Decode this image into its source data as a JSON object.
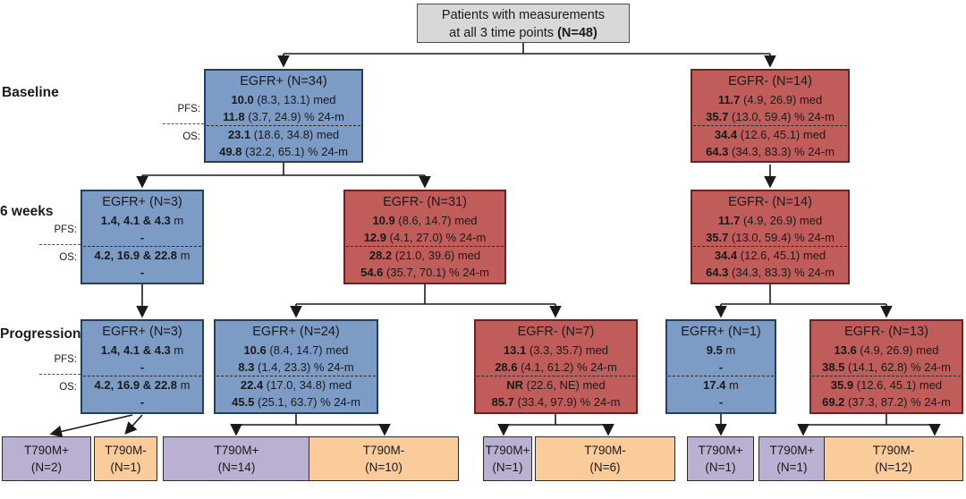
{
  "palette": {
    "blue_fill": "#7D9CC5",
    "blue_border": "#24405E",
    "red_fill": "#C05D5B",
    "red_border": "#6B2220",
    "purple_fill": "#BAB0D1",
    "purple_border": "#2B2B2B",
    "orange_fill": "#FACB9B",
    "orange_border": "#2B2B2B",
    "grey_fill": "#D8D8D8",
    "grey_border": "#4D4D4D",
    "line": "#1A1A1A",
    "text": "#1A1A1A"
  },
  "root": {
    "line1": "Patients with measurements",
    "line2_regular": "at all 3 time points ",
    "line2_bold": "(N=48)"
  },
  "rows": [
    {
      "title": "Baseline",
      "pfs": "PFS:",
      "os": "OS:"
    },
    {
      "title": "6 weeks",
      "pfs": "PFS:",
      "os": "OS:"
    },
    {
      "title": "Progression",
      "pfs": "PFS:",
      "os": "OS:"
    }
  ],
  "nodes": {
    "b1": {
      "title": "EGFR+ (N=34)",
      "l1": {
        "b": "10.0",
        "r": " (8.3, 13.1) med"
      },
      "l2": {
        "b": "11.8",
        "r": " (3.7, 24.9) % 24-m"
      },
      "l3": {
        "b": "23.1",
        "r": " (18.6, 34.8) med"
      },
      "l4": {
        "b": "49.8",
        "r": " (32.2, 65.1) % 24-m"
      }
    },
    "b2": {
      "title": "EGFR- (N=14)",
      "l1": {
        "b": "11.7",
        "r": " (4.9, 26.9) med"
      },
      "l2": {
        "b": "35.7",
        "r": " (13.0, 59.4) % 24-m"
      },
      "l3": {
        "b": "34.4",
        "r": " (12.6, 45.1) med"
      },
      "l4": {
        "b": "64.3",
        "r": " (34.3, 83.3) % 24-m"
      }
    },
    "w1": {
      "title": "EGFR+ (N=3)",
      "l1": {
        "b": "1.4, 4.1 & 4.3",
        "r": " m"
      },
      "l2": {
        "b": "-",
        "r": ""
      },
      "l3": {
        "b": "4.2, 16.9 & 22.8",
        "r": " m"
      },
      "l4": {
        "b": "-",
        "r": ""
      }
    },
    "w2": {
      "title": "EGFR- (N=31)",
      "l1": {
        "b": "10.9",
        "r": " (8.6, 14.7) med"
      },
      "l2": {
        "b": "12.9",
        "r": " (4.1, 27.0) % 24-m"
      },
      "l3": {
        "b": "28.2",
        "r": " (21.0, 39.6) med"
      },
      "l4": {
        "b": "54.6",
        "r": " (35.7, 70.1) % 24-m"
      }
    },
    "w3": {
      "title": "EGFR- (N=14)",
      "l1": {
        "b": "11.7",
        "r": " (4.9, 26.9) med"
      },
      "l2": {
        "b": "35.7",
        "r": " (13.0, 59.4) % 24-m"
      },
      "l3": {
        "b": "34.4",
        "r": " (12.6, 45.1) med"
      },
      "l4": {
        "b": "64.3",
        "r": " (34.3, 83.3) % 24-m"
      }
    },
    "p1": {
      "title": "EGFR+ (N=3)",
      "l1": {
        "b": "1.4, 4.1 & 4.3",
        "r": " m"
      },
      "l2": {
        "b": "-",
        "r": ""
      },
      "l3": {
        "b": "4.2, 16.9 & 22.8",
        "r": " m"
      },
      "l4": {
        "b": "-",
        "r": ""
      }
    },
    "p2": {
      "title": "EGFR+ (N=24)",
      "l1": {
        "b": "10.6",
        "r": " (8.4, 14.7) med"
      },
      "l2": {
        "b": "8.3",
        "r": " (1.4, 23.3) % 24-m"
      },
      "l3": {
        "b": "22.4",
        "r": " (17.0, 34.8) med"
      },
      "l4": {
        "b": "45.5",
        "r": " (25.1, 63.7) % 24-m"
      }
    },
    "p3": {
      "title": "EGFR- (N=7)",
      "l1": {
        "b": "13.1",
        "r": " (3.3, 35.7) med"
      },
      "l2": {
        "b": "28.6",
        "r": " (4.1, 61.2) % 24-m"
      },
      "l3": {
        "b": "NR",
        "r": " (22.6, NE) med"
      },
      "l4": {
        "b": "85.7",
        "r": " (33.4, 97.9) % 24-m"
      }
    },
    "p4": {
      "title": "EGFR+ (N=1)",
      "l1": {
        "b": "9.5",
        "r": " m"
      },
      "l2": {
        "b": "-",
        "r": ""
      },
      "l3": {
        "b": "17.4",
        "r": " m"
      },
      "l4": {
        "b": "-",
        "r": ""
      }
    },
    "p5": {
      "title": "EGFR- (N=13)",
      "l1": {
        "b": "13.6",
        "r": " (4.9, 26.9) med"
      },
      "l2": {
        "b": "38.5",
        "r": " (14.1, 62.8) % 24-m"
      },
      "l3": {
        "b": "35.9",
        "r": " (12.6, 45.1) med"
      },
      "l4": {
        "b": "69.2",
        "r": " (37.3, 87.2) % 24-m"
      }
    }
  },
  "t790m": {
    "t1": {
      "line1": "T790M+",
      "line2": "(N=2)"
    },
    "t2": {
      "line1": "T790M-",
      "line2": "(N=1)"
    },
    "t3": {
      "line1": "T790M+",
      "line2": "(N=14)"
    },
    "t4": {
      "line1": "T790M-",
      "line2": "(N=10)"
    },
    "t5": {
      "line1": "T790M+",
      "line2": "(N=1)"
    },
    "t6": {
      "line1": "T790M-",
      "line2": "(N=6)"
    },
    "t7": {
      "line1": "T790M+",
      "line2": "(N=1)"
    },
    "t8": {
      "line1": "T790M+",
      "line2": "(N=1)"
    },
    "t9": {
      "line1": "T790M-",
      "line2": "(N=12)"
    }
  }
}
